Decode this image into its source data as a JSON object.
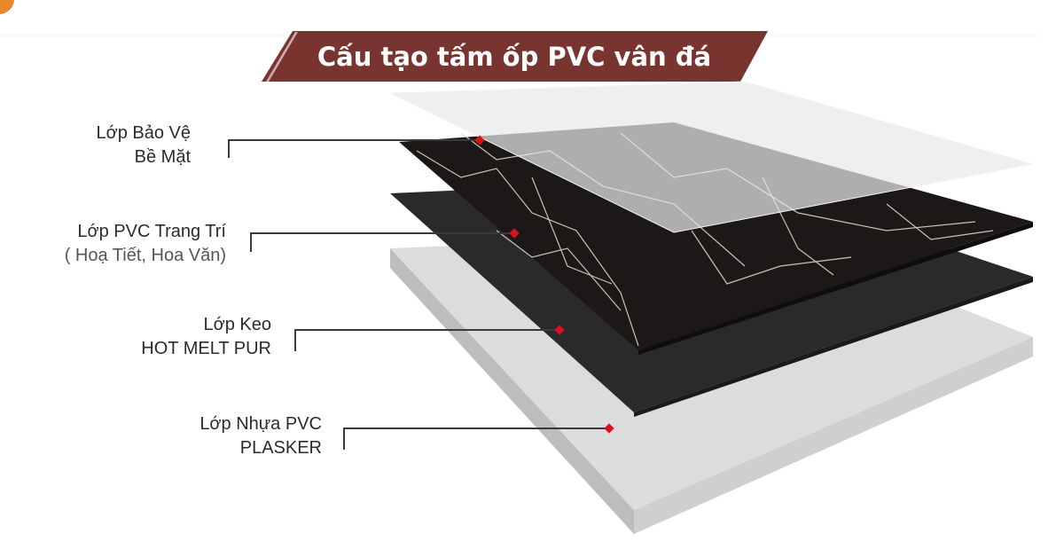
{
  "title": "Cấu tạo tấm ốp PVC vân đá",
  "colors": {
    "banner": "#7a3430",
    "marker": "#d9121b",
    "marble": "#1c1818",
    "adhesive": "#2a2a2c",
    "base": "#d8d8d8"
  },
  "layers": [
    {
      "line1": "Lớp Bảo Vệ",
      "line2": "Bề Mặt"
    },
    {
      "line1": "Lớp PVC Trang Trí",
      "line2": "( Hoạ Tiết, Hoa Văn)"
    },
    {
      "line1": "Lớp Keo",
      "line2": "HOT MELT PUR"
    },
    {
      "line1": "Lớp Nhựa PVC",
      "line2": "PLASKER"
    }
  ]
}
